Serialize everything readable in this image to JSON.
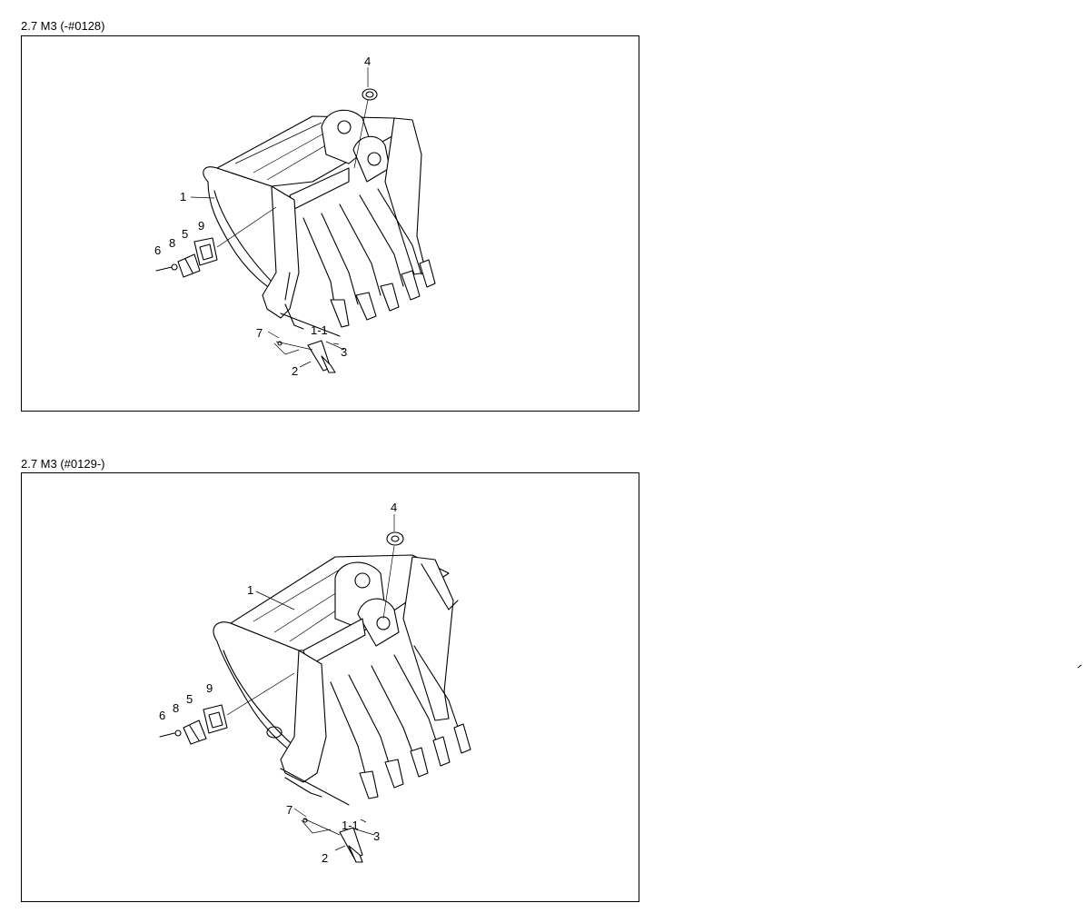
{
  "panels": [
    {
      "title": "2.7 M3 (-#0128)",
      "callouts": {
        "c1": "1",
        "c1_1": "1-1",
        "c2": "2",
        "c3": "3",
        "c4": "4",
        "c5": "5",
        "c6": "6",
        "c7": "7",
        "c8": "8",
        "c9": "9"
      }
    },
    {
      "title": "2.7 M3 (#0129-)",
      "callouts": {
        "c1": "1",
        "c1_1": "1-1",
        "c2": "2",
        "c3": "3",
        "c4": "4",
        "c5": "5",
        "c6": "6",
        "c7": "7",
        "c8": "8",
        "c9": "9"
      }
    }
  ]
}
